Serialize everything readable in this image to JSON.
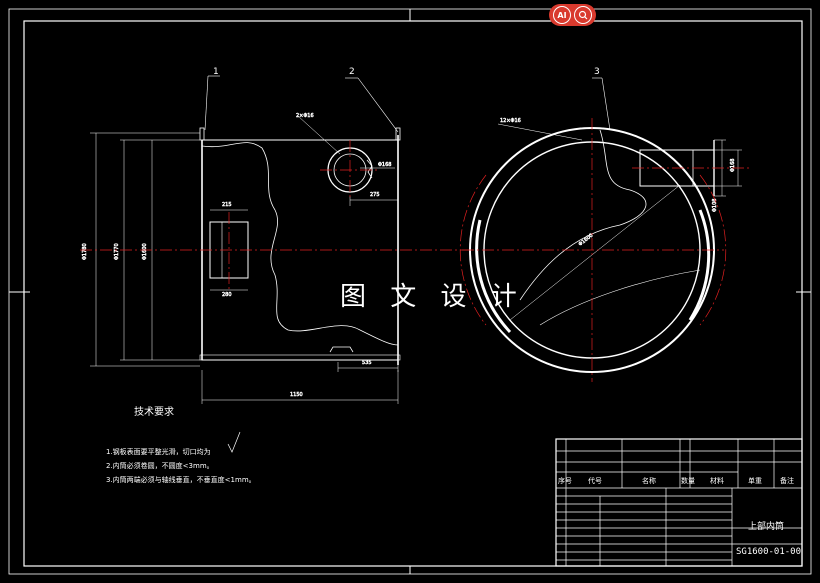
{
  "toolbar": {
    "ai_label": "AI",
    "search_icon": "search-icon"
  },
  "watermark": "图 文 设 计",
  "leaders": {
    "p1": "1",
    "p2": "2",
    "p3": "3"
  },
  "tech_requirements": {
    "title": "技术要求",
    "items": [
      "1.钢板表面要平整光滑，切口均为",
      "2.内筒必须卷圆，不圆度<3mm。",
      "3.内筒两端必须与轴线垂直，不垂直度<1mm。"
    ]
  },
  "title_block": {
    "name": "上部内筒",
    "drawing_number": "SG1600-01-00",
    "header": {
      "seq": "序号",
      "code": "代号",
      "name": "名称",
      "qty": "数量",
      "material": "材料",
      "weight": "单重",
      "remark": "备注"
    }
  },
  "colors": {
    "outline": "#ffffff",
    "centerline": "#e02020",
    "dimension": "#ffffff",
    "section": "#ffffff",
    "background": "#000000"
  }
}
